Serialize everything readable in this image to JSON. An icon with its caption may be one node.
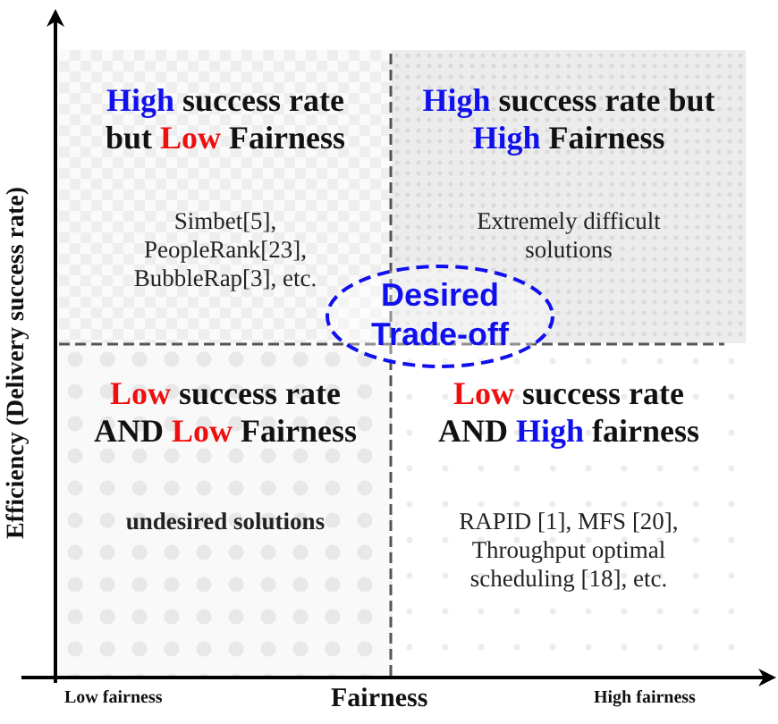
{
  "diagram": {
    "nodes": [
      {
        "text": [
          "High success rate but Low Fairness",
          "Simbet[5], PeopleRank[23], BubbleRap[3], etc."
        ]
      },
      {
        "text": [
          "High success rate but High Fairness",
          "Extremely difficult solutions"
        ]
      },
      {
        "text": [
          "Desired Trade-off"
        ]
      },
      {
        "text": [
          "Low success rate AND Low Fairness",
          "undesired solutions"
        ]
      },
      {
        "text": [
          "Low success rate AND High fairness",
          "RAPID [1], MFS [20], Throughput optimal scheduling [18], etc."
        ]
      }
    ],
    "edges": [],
    "labels": [
      "Efficiency (Delivery success rate)",
      "Low fairness",
      "Fairness",
      "High fairness"
    ]
  }
}
